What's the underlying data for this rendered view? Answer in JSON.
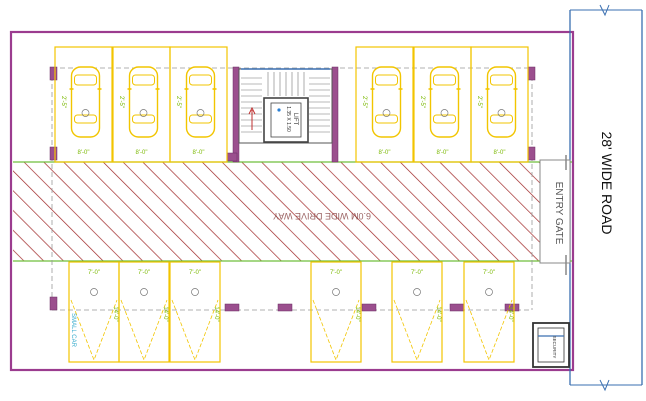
{
  "road": {
    "label": "28' WIDE ROAD"
  },
  "entry_gate": {
    "label": "ENTRY GATE"
  },
  "driveway": {
    "label": "6.0M WIDE DRIVE WAY"
  },
  "lift": {
    "label": "LIFT",
    "size": "1.35 X 1.50"
  },
  "security": {
    "label": "SECURITY"
  },
  "small_car": {
    "label": "SMALL CAR"
  },
  "top_bays": [
    {
      "side": "2'-5\"",
      "width": "8'-0\""
    },
    {
      "side": "2'-5\"",
      "width": "8'-0\""
    },
    {
      "side": "2'-5\"",
      "width": "8'-0\""
    },
    {
      "side": "2'-5\"",
      "width": "8'-0\""
    },
    {
      "side": "2'-5\"",
      "width": "8'-0\""
    },
    {
      "side": "2'-5\"",
      "width": "8'-0\""
    }
  ],
  "bottom_bays": [
    {
      "width": "7'-0\"",
      "length": "14'-0\""
    },
    {
      "width": "7'-0\"",
      "length": "14'-0\""
    },
    {
      "width": "7'-0\"",
      "length": "14'-0\""
    },
    {
      "width": "7'-0\"",
      "length": "14'-0\""
    },
    {
      "width": "7'-0\"",
      "length": "14'-0\""
    },
    {
      "width": "7'-0\"",
      "length": "14'-0\""
    }
  ],
  "colors": {
    "boundary": "#9b3c8f",
    "bay": "#f2c500",
    "hatch": "#a02828",
    "road": "#3a6fb0",
    "green": "#6fbf3c",
    "dim_text": "#7ab800"
  }
}
